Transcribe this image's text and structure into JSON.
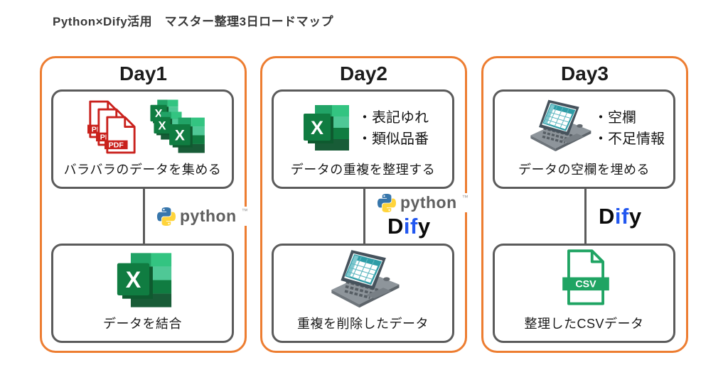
{
  "title": "Python×Dify活用　マスター整理3日ロードマップ",
  "colors": {
    "panel_border_orange": "#ED7D31",
    "box_border_gray": "#5B5B5B",
    "excel_green": "#107C41",
    "pdf_red": "#C9211C",
    "csv_green": "#1FA463",
    "python_blue": "#3776AB",
    "python_yellow": "#FFD43B",
    "dify_blue": "#2257F0",
    "laptop_screen_teal": "#2E9CA6"
  },
  "logos": {
    "python_label": "python",
    "python_tm": "™",
    "dify_d": "D",
    "dify_if": "if",
    "dify_y": "y"
  },
  "icons": {
    "pdf_label": "PDF",
    "csv_label": "CSV",
    "excel_letter": "X"
  },
  "panels": [
    {
      "day": "Day1",
      "top": {
        "caption": "バラバラのデータを集める"
      },
      "connector": {
        "tools": [
          "python"
        ]
      },
      "bottom": {
        "caption": "データを結合"
      }
    },
    {
      "day": "Day2",
      "top": {
        "caption": "データの重複を整理する",
        "bullets": [
          "・表記ゆれ",
          "・類似品番"
        ]
      },
      "connector": {
        "tools": [
          "python",
          "dify"
        ]
      },
      "bottom": {
        "caption": "重複を削除したデータ"
      }
    },
    {
      "day": "Day3",
      "top": {
        "caption": "データの空欄を埋める",
        "bullets": [
          "・空欄",
          "・不足情報"
        ]
      },
      "connector": {
        "tools": [
          "dify"
        ]
      },
      "bottom": {
        "caption": "整理したCSVデータ"
      }
    }
  ]
}
